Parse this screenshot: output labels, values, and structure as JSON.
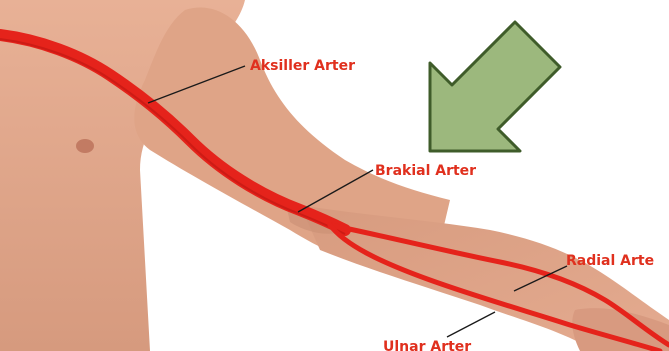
{
  "diagram": {
    "labels": [
      {
        "id": "aksiller",
        "text": "Aksiller Arter"
      },
      {
        "id": "brakial",
        "text": "Brakial Arter"
      },
      {
        "id": "radial",
        "text": "Radial Arte"
      },
      {
        "id": "ulnar",
        "text": "Ulnar Arter"
      }
    ],
    "colors": {
      "skin": "#e0a58a",
      "skin_shadow": "#c98f75",
      "artery": "#e5231b",
      "artery_dark": "#b51410",
      "label_text": "#e0301e",
      "leader_line": "#1a1a1a",
      "arrow_fill": "#9cb87d",
      "arrow_stroke": "#3f5c2a"
    },
    "icons": {
      "pointer": "arrow-down-left-icon"
    }
  }
}
